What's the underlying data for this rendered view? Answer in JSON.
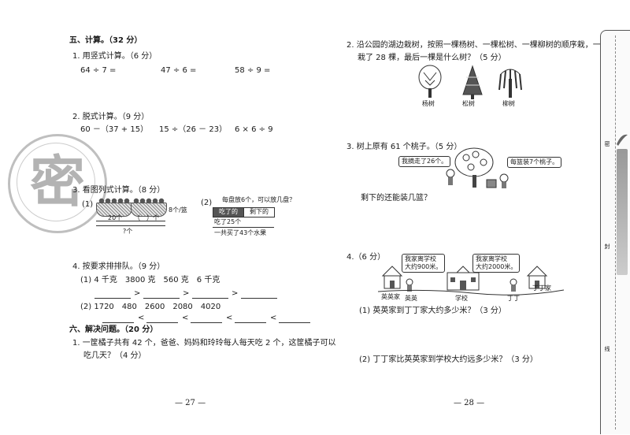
{
  "left": {
    "sec5": {
      "title": "五、计算。（32 分）"
    },
    "q1": {
      "title": "1. 用竖式计算。（6 分）",
      "items": [
        "64 ÷ 7 =",
        "47 ÷ 6 =",
        "58 ÷ 9 ="
      ]
    },
    "q2": {
      "title": "2. 脱式计算。（9 分）",
      "items": [
        "60 －（37 + 15）",
        "15 ÷（26 － 23）",
        "6 × 6 ÷ 9"
      ]
    },
    "q3": {
      "title": "3. 看图列式计算。（8 分）",
      "p1": {
        "num": "(1)",
        "per_basket": "8个/篮",
        "count_label": "20个",
        "paren_label": "（　）个",
        "total_label": "?个"
      },
      "p2": {
        "num": "(2)",
        "question": "每盘放6个，可以放几盘？",
        "eaten_box": "吃了的",
        "left_box": "剩下的",
        "eaten_label": "吃了25个",
        "total_label": "一共买了43个水果"
      }
    },
    "q4": {
      "title": "4. 按要求排排队。（9 分）",
      "row1": {
        "label": "(1) 4 千克　3800 克　560 克　6 千克",
        "sep": ">"
      },
      "row2": {
        "label": "(2) 1720　480　2600　2080　4020",
        "sep": "<"
      }
    },
    "sec6": {
      "title": "六、解决问题。（20 分）"
    },
    "q6_1": {
      "line1": "1. 一筐橘子共有 42 个，爸爸、妈妈和玲玲每人每天吃 2 个，这筐橘子可以",
      "line2": "吃几天？（4 分）"
    },
    "page_num": "— 27 —"
  },
  "right": {
    "q2": {
      "line1": "2. 沿公园的湖边栽树，按照一棵杨树、一棵松树、一棵柳树的顺序栽，一共",
      "line2": "栽了 28 棵，最后一棵是什么树？（5 分）",
      "trees": [
        "杨树",
        "松树",
        "柳树"
      ]
    },
    "q3": {
      "title": "3. 树上原有 61 个桃子。（5 分）",
      "bubble1": "我摘走了26个。",
      "bubble2": "每篮装7个桃子。",
      "question": "剩下的还能装几篮？"
    },
    "q4": {
      "title": "4.（6 分）",
      "bubble1": [
        "我家离学校",
        "大约900米。"
      ],
      "bubble2": [
        "我家离学校",
        "大约2000米。"
      ],
      "labels": {
        "yy_home": "英英家",
        "yy": "英英",
        "school": "学校",
        "dd": "丁丁",
        "dd_home": "丁丁家"
      },
      "sub1": "(1) 英英家到丁丁家大约多少米？（3 分）",
      "sub2": "(2) 丁丁家比英英家到学校大约远多少米？（3 分）"
    },
    "page_num": "— 28 —"
  },
  "stamp": {
    "char": "密"
  },
  "side": {
    "binding_marks": [
      "密",
      "封",
      "线"
    ]
  },
  "colors": {
    "ink": "#1a1a1a",
    "stamp": "#9a9a9a",
    "box_dark": "#555555"
  }
}
